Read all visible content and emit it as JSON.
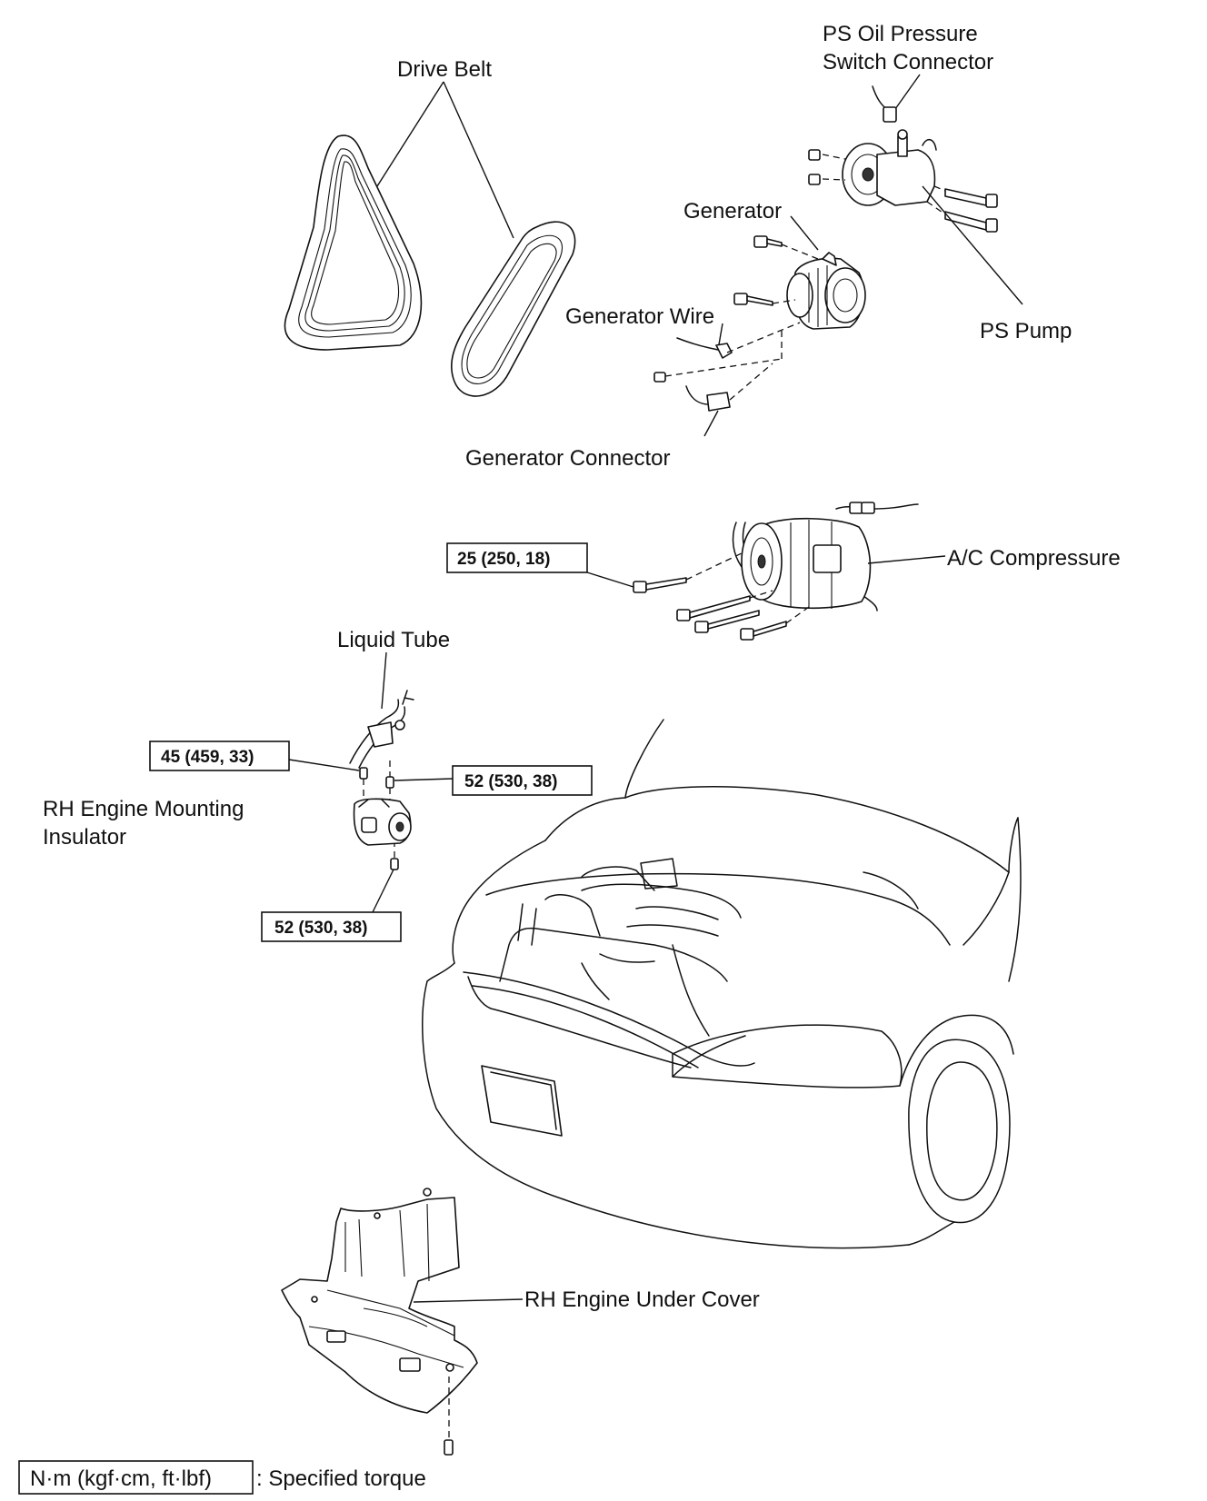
{
  "labels": {
    "drive_belt": "Drive Belt",
    "ps_oil_pressure_line1": "PS Oil Pressure",
    "ps_oil_pressure_line2": "Switch Connector",
    "generator": "Generator",
    "generator_wire": "Generator Wire",
    "ps_pump": "PS Pump",
    "generator_connector": "Generator Connector",
    "ac_compressor": "A/C Compressure",
    "liquid_tube": "Liquid Tube",
    "rh_mount_line1": "RH Engine Mounting",
    "rh_mount_line2": "Insulator",
    "rh_under_cover": "RH Engine Under Cover"
  },
  "torque": {
    "ac_bolt": "25 (250, 18)",
    "mount_left": "45 (459, 33)",
    "mount_right": "52 (530, 38)",
    "mount_bottom": "52 (530, 38)"
  },
  "legend": {
    "unit": "N·m (kgf·cm, ft·lbf)",
    "description": ": Specified torque"
  }
}
